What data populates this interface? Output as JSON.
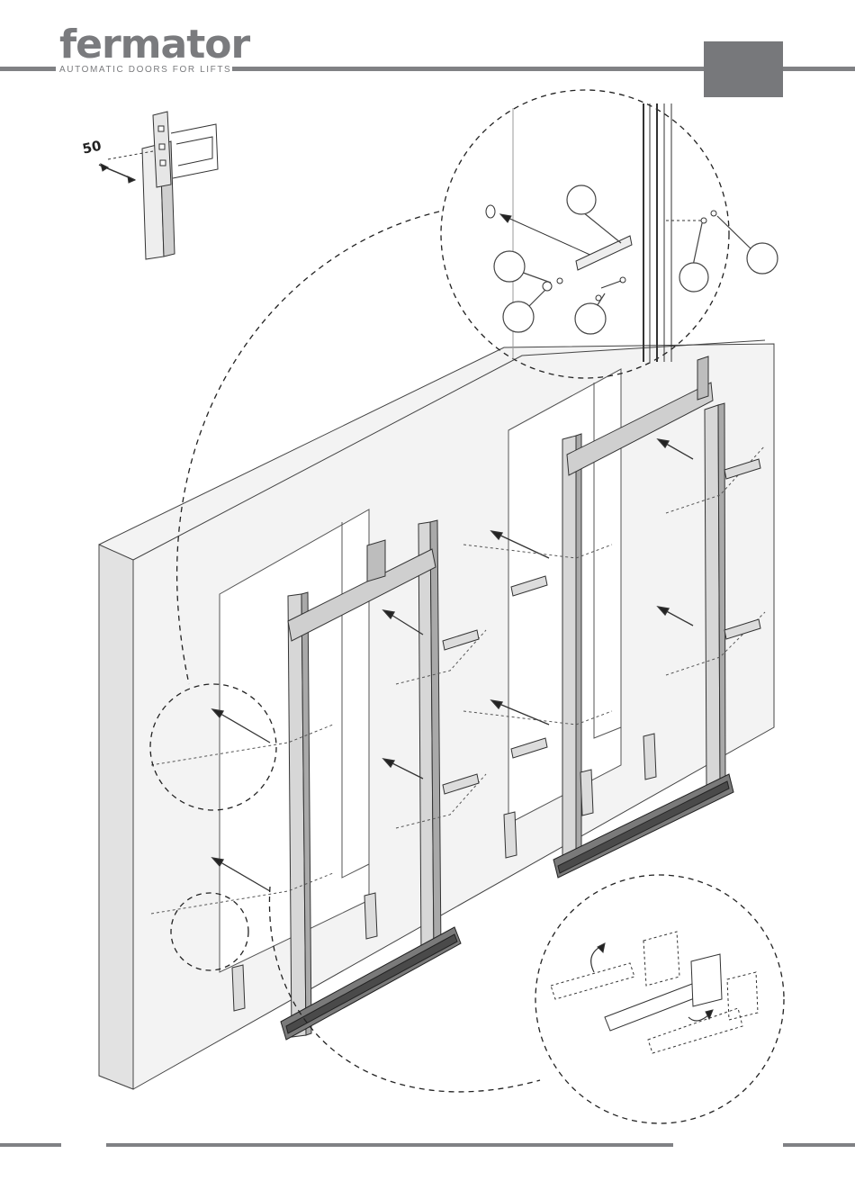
{
  "header": {
    "brand_name": "fermator",
    "tagline": "AUTOMATIC DOORS FOR LIFTS",
    "brand_color": "#7a7b7e",
    "tab_color": "#77787b"
  },
  "figure": {
    "detail_dimension": "50",
    "callout_count": 5
  }
}
